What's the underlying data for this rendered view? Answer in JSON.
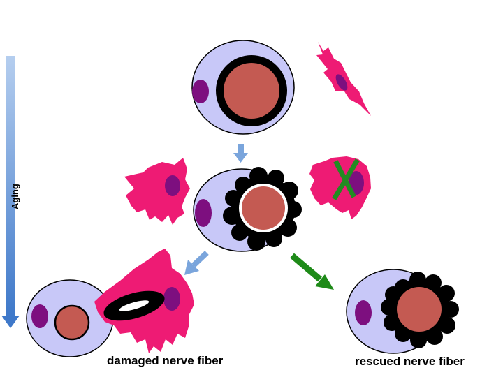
{
  "labels": {
    "aging": "Aging",
    "damaged": "damaged nerve fiber",
    "rescued": "rescued nerve fiber"
  },
  "colors": {
    "cell_body": "#c8c8f8",
    "axon": "#c45a52",
    "myelin": "#000000",
    "nucleus": "#7d0f7f",
    "microglia": "#ee1b74",
    "arrow_blue": "#7aa5dc",
    "arrow_green": "#1e8a18",
    "cross": "#228b22"
  },
  "icons": {
    "aging_arrow": "down-arrow-icon",
    "cross": "cross-mark-icon"
  }
}
